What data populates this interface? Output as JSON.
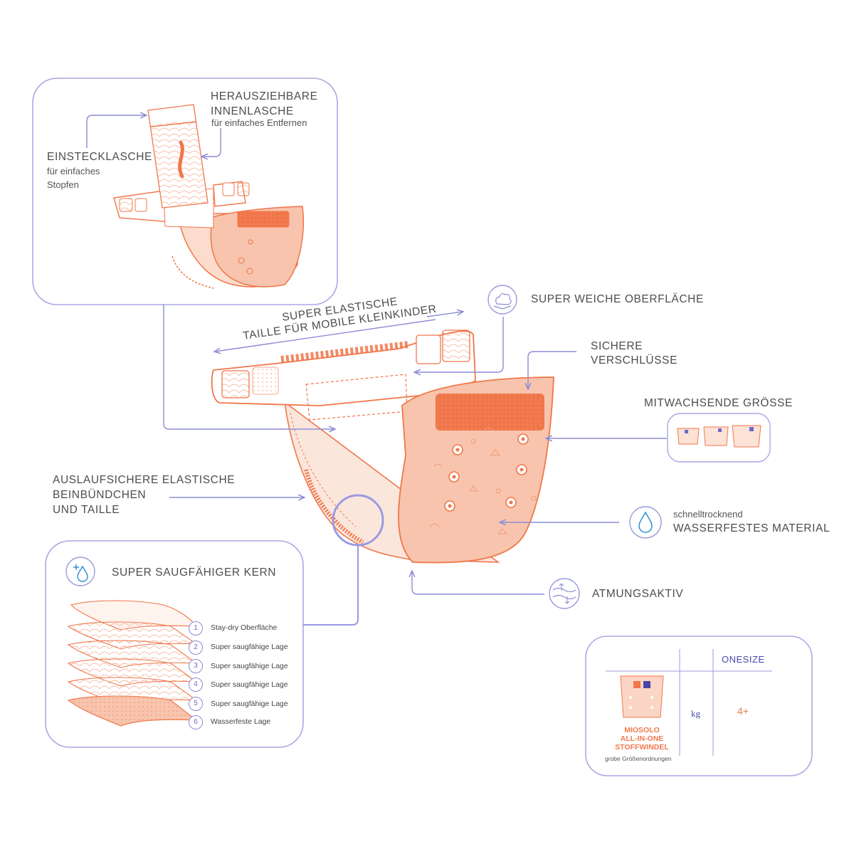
{
  "callouts": {
    "pull_out_title_1": "HERAUSZIEHBARE",
    "pull_out_title_2": "INNENLASCHE",
    "pull_out_sub": "für einfaches Entfernen",
    "insert_title": "EINSTECKLASCHE",
    "insert_sub_1": "für einfaches",
    "insert_sub_2": "Stopfen",
    "soft_surface": "SUPER WEICHE OBERFLÄCHE",
    "waist_1": "SUPER ELASTISCHE",
    "waist_2": "TAILLE FÜR MOBILE KLEINKINDER",
    "closures_1": "SICHERE",
    "closures_2": "VERSCHLÜSSE",
    "growing_size": "MITWACHSENDE GRÖSSE",
    "leak_1": "AUSLAUFSICHERE ELASTISCHE",
    "leak_2": "BEINBÜNDCHEN",
    "leak_3": "UND TAILLE",
    "quick_dry": "schnelltrocknend",
    "waterproof": "WASSERFESTES MATERIAL",
    "breathable": "ATMUNGSAKTIV"
  },
  "core": {
    "title": "SUPER SAUGFÄHIGER KERN",
    "layers": [
      {
        "n": "1",
        "label": "Stay-dry Oberfläche"
      },
      {
        "n": "2",
        "label": "Super saugfähige Lage"
      },
      {
        "n": "3",
        "label": "Super saugfähige Lage"
      },
      {
        "n": "4",
        "label": "Super saugfähige Lage"
      },
      {
        "n": "5",
        "label": "Super saugfähige Lage"
      },
      {
        "n": "6",
        "label": "Wasserfeste Lage"
      }
    ]
  },
  "size_table": {
    "header": "ONESIZE",
    "unit": "kg",
    "value": "4+",
    "product_1": "MIOSOLO",
    "product_2": "ALL-IN-ONE",
    "product_3": "STOFFWINDEL",
    "note": "grobe Größenordnungen"
  },
  "colors": {
    "accent_purple": "#9a9ae0",
    "diaper_orange": "#f0764a",
    "diaper_fill": "#f8c4ad",
    "text_blue": "#4747a8"
  }
}
